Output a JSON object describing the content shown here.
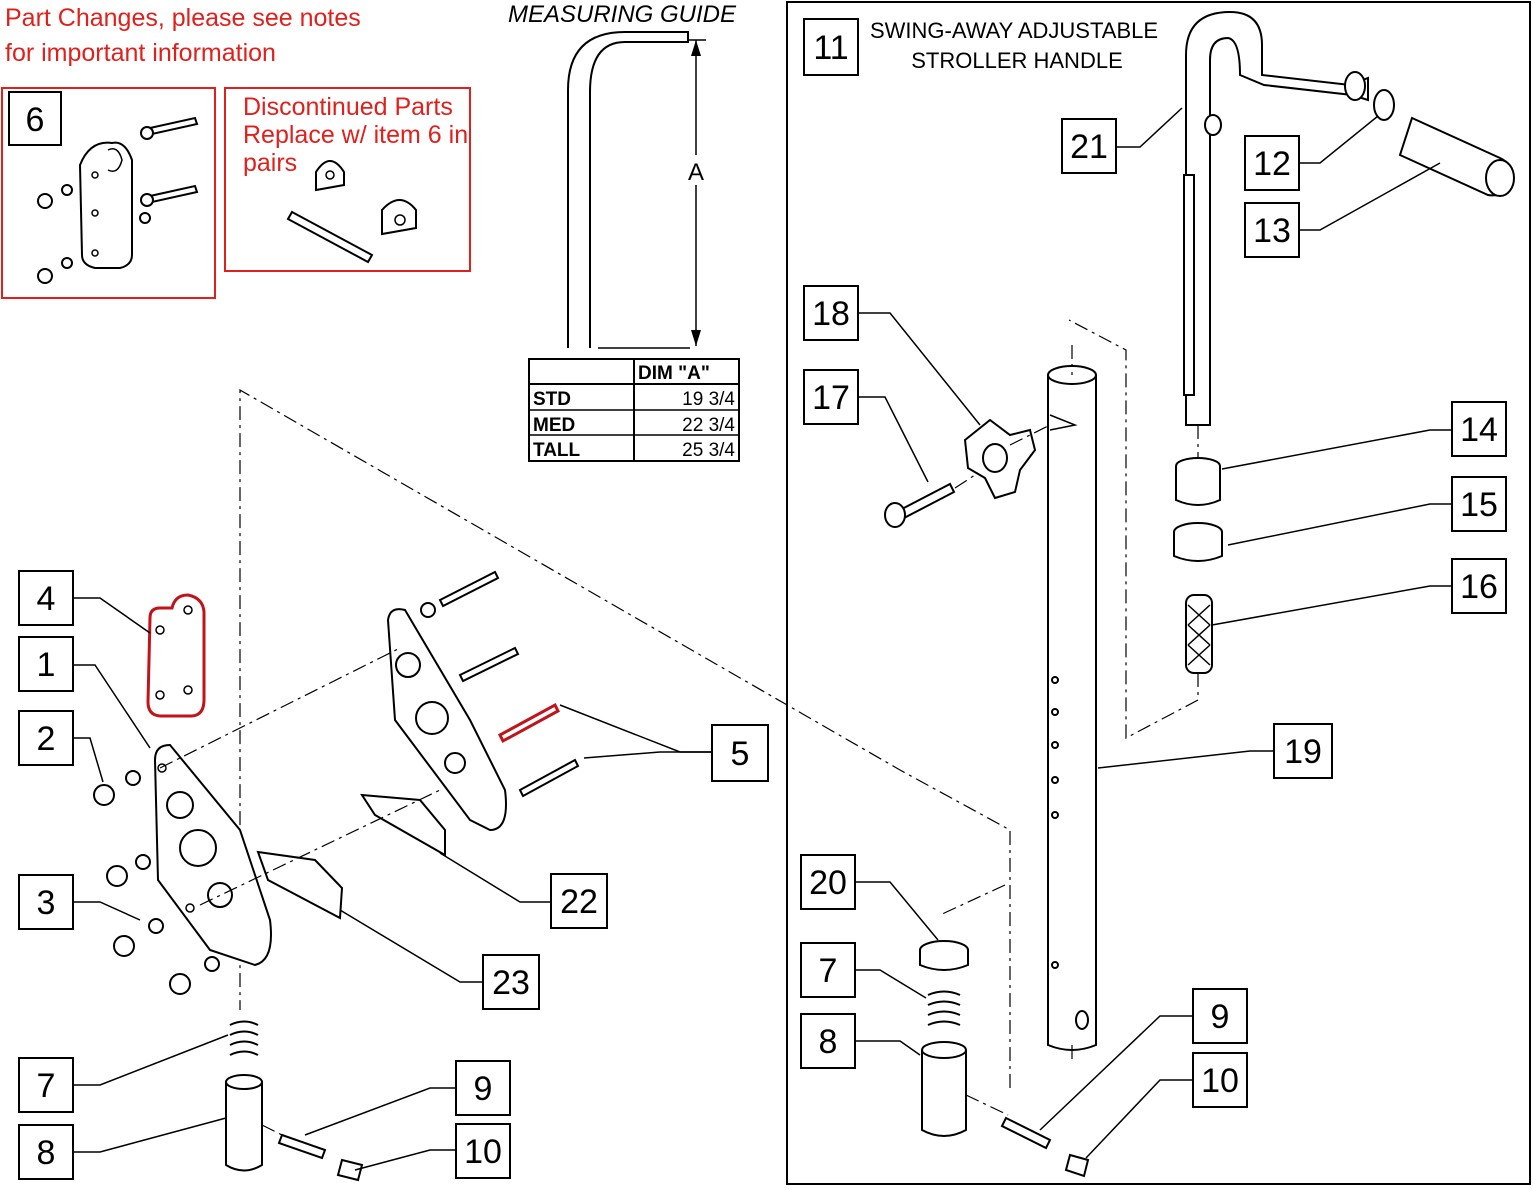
{
  "notes": {
    "part_changes_line1": "Part Changes, please see notes",
    "part_changes_line2": "for important information",
    "discontinued_line1": "Discontinued Parts",
    "discontinued_line2": "Replace w/ item 6 in",
    "discontinued_line3": "pairs"
  },
  "measuring_guide": {
    "title": "MEASURING GUIDE",
    "dim_label": "A",
    "table": {
      "header": [
        "",
        "DIM \"A\""
      ],
      "rows": [
        {
          "size": "STD",
          "value": "19 3/4"
        },
        {
          "size": "MED",
          "value": "22 3/4"
        },
        {
          "size": "TALL",
          "value": "25 3/4"
        }
      ]
    }
  },
  "assembly": {
    "number": "11",
    "title_line1": "SWING-AWAY ADJUSTABLE",
    "title_line2": "STROLLER HANDLE"
  },
  "callouts": {
    "c6": "6",
    "c4": "4",
    "c1": "1",
    "c2": "2",
    "c3": "3",
    "c5": "5",
    "c7a": "7",
    "c8a": "8",
    "c9a": "9",
    "c10a": "10",
    "c22": "22",
    "c23": "23",
    "c21": "21",
    "c12": "12",
    "c13": "13",
    "c14": "14",
    "c15": "15",
    "c16": "16",
    "c18": "18",
    "c17": "17",
    "c19": "19",
    "c20": "20",
    "c7b": "7",
    "c8b": "8",
    "c9b": "9",
    "c10b": "10"
  },
  "colors": {
    "note_red": "#e0201c",
    "highlight_red": "#c0141a"
  }
}
